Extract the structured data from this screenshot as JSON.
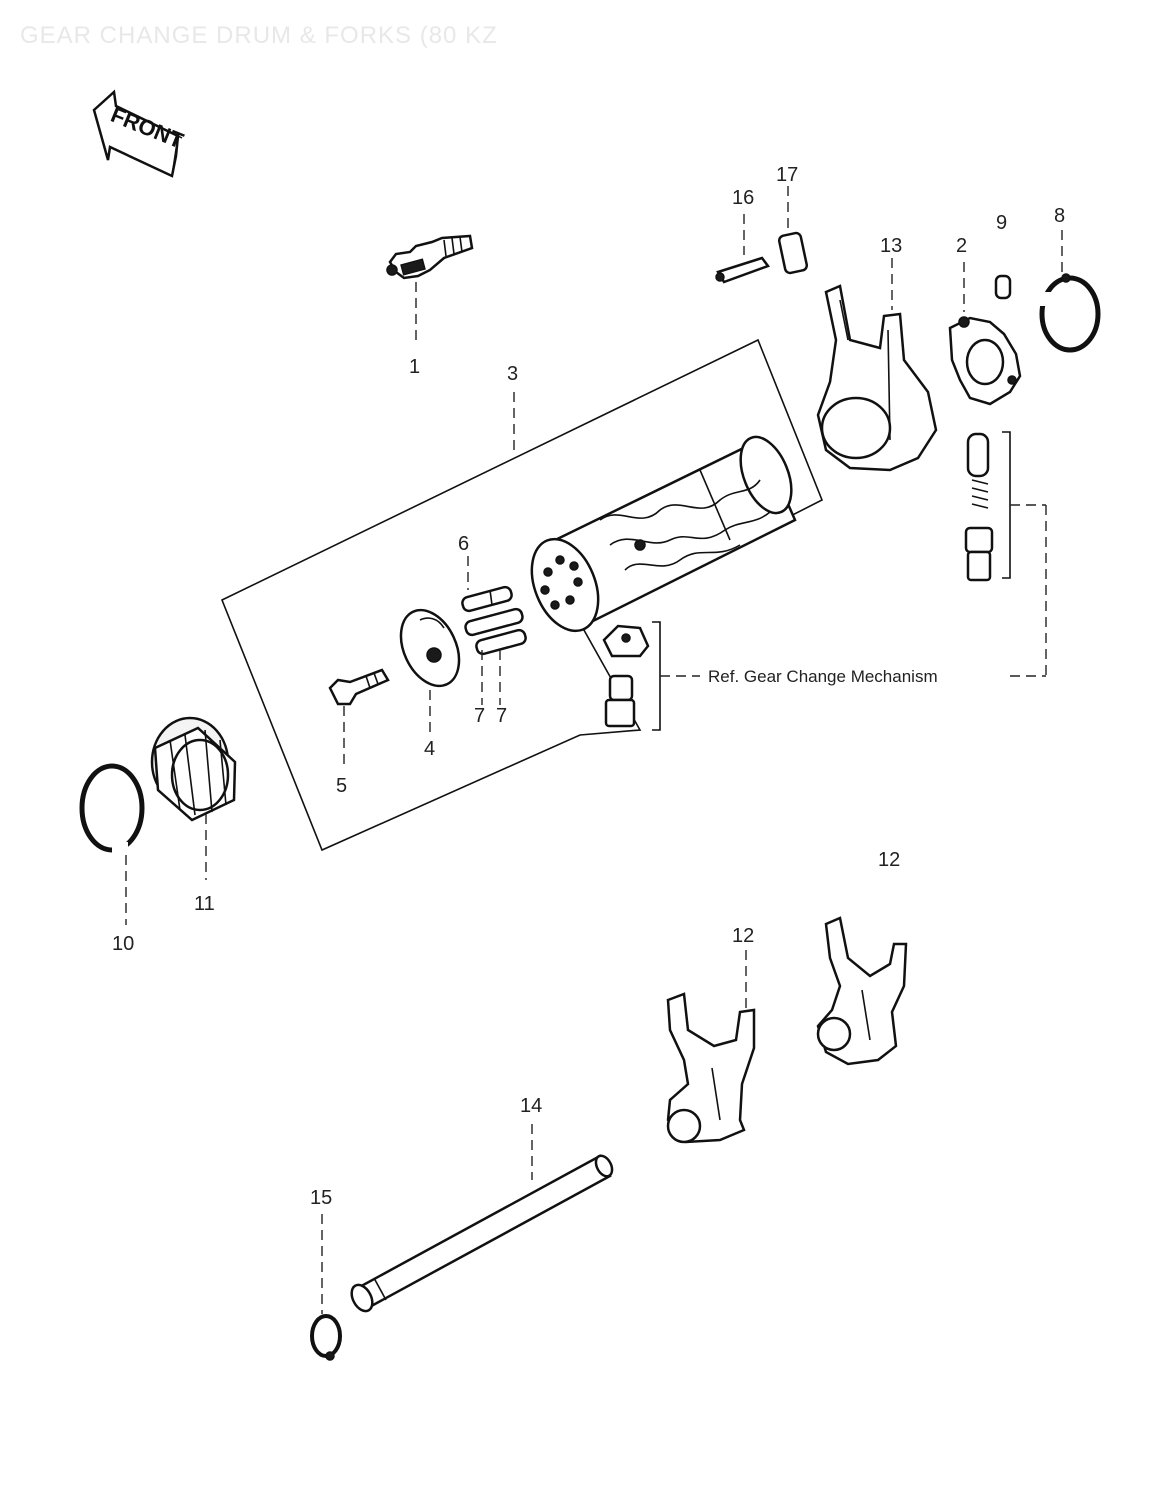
{
  "title": "GEAR CHANGE DRUM & FORKS (80 KZ",
  "front_label": "FRONT",
  "reference_note": "Ref. Gear Change Mechanism",
  "callouts": {
    "c1": "1",
    "c2": "2",
    "c3": "3",
    "c4": "4",
    "c5": "5",
    "c6": "6",
    "c7a": "7",
    "c7b": "7",
    "c8": "8",
    "c9": "9",
    "c10": "10",
    "c11": "11",
    "c12a": "12",
    "c12b": "12",
    "c13": "13",
    "c14": "14",
    "c15": "15",
    "c16": "16",
    "c17": "17"
  },
  "colors": {
    "ink": "#111111",
    "background": "#ffffff",
    "title_watermark": "#e8e8e8"
  }
}
